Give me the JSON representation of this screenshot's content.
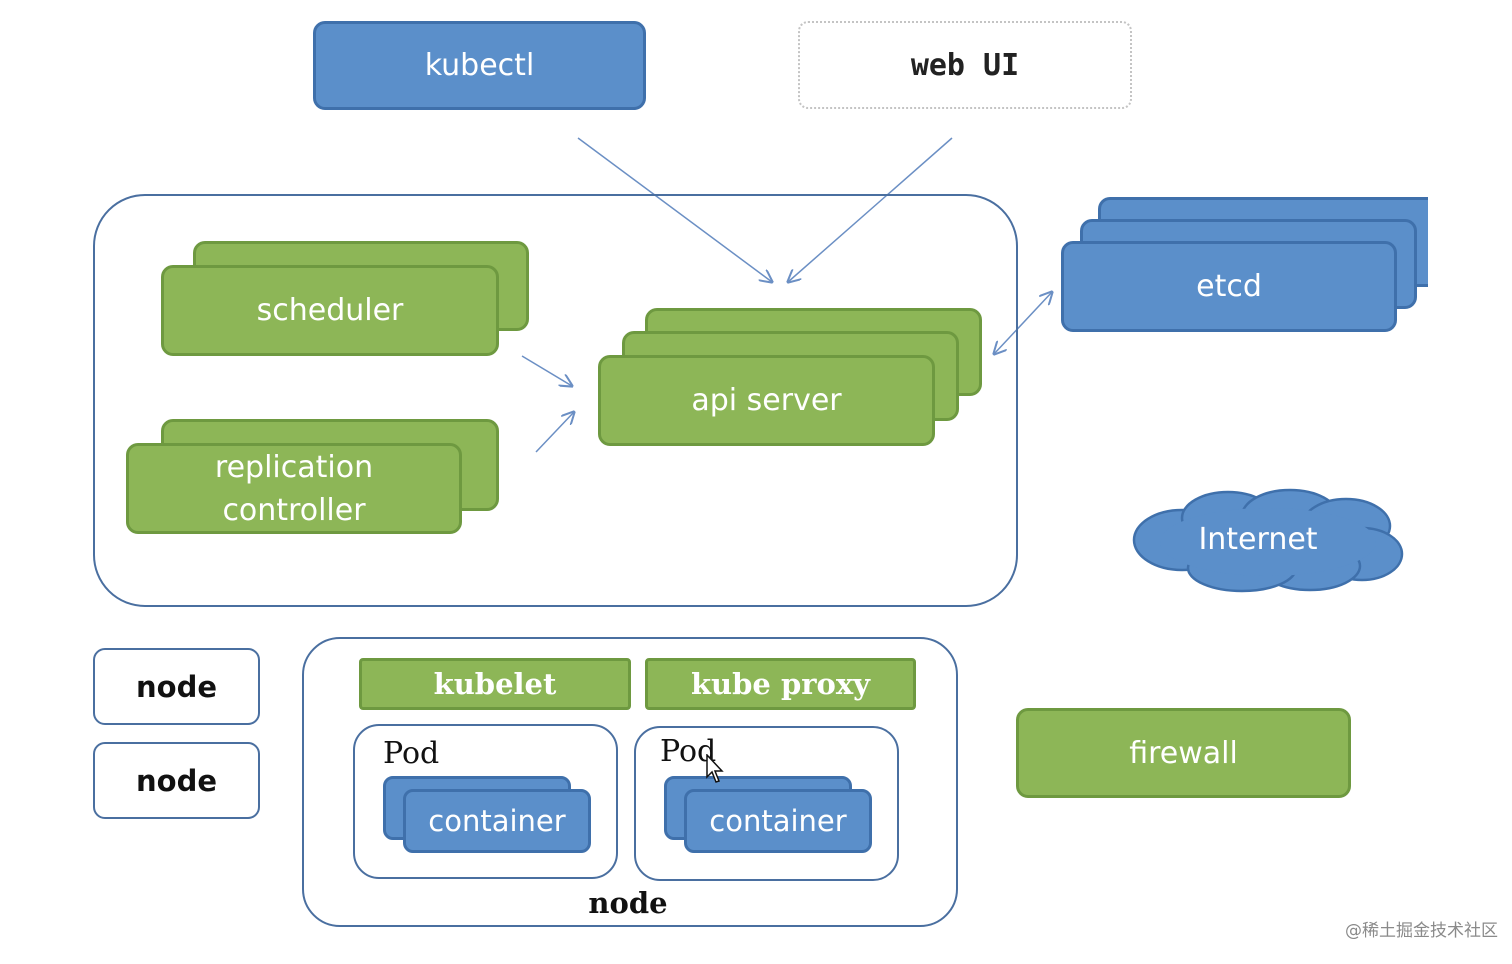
{
  "clients": {
    "kubectl": "kubectl",
    "web_ui": "web UI"
  },
  "master": {
    "scheduler": "scheduler",
    "replication_controller_line1": "replication",
    "replication_controller_line2": "controller",
    "api_server": "api server"
  },
  "external": {
    "etcd": "etcd",
    "internet": "Internet",
    "firewall": "firewall"
  },
  "nodes": {
    "node_small_1": "node",
    "node_small_2": "node",
    "main_node_label": "node",
    "kubelet": "kubelet",
    "kube_proxy": "kube proxy",
    "pods": [
      {
        "label": "Pod",
        "container": "container"
      },
      {
        "label": "Pod",
        "container": "container"
      }
    ]
  },
  "watermark": "@稀土掘金技术社区",
  "colors": {
    "blue": "#5b8fca",
    "green": "#8db657",
    "outline": "#4a6fa0",
    "arrow": "#6b8fc4"
  }
}
